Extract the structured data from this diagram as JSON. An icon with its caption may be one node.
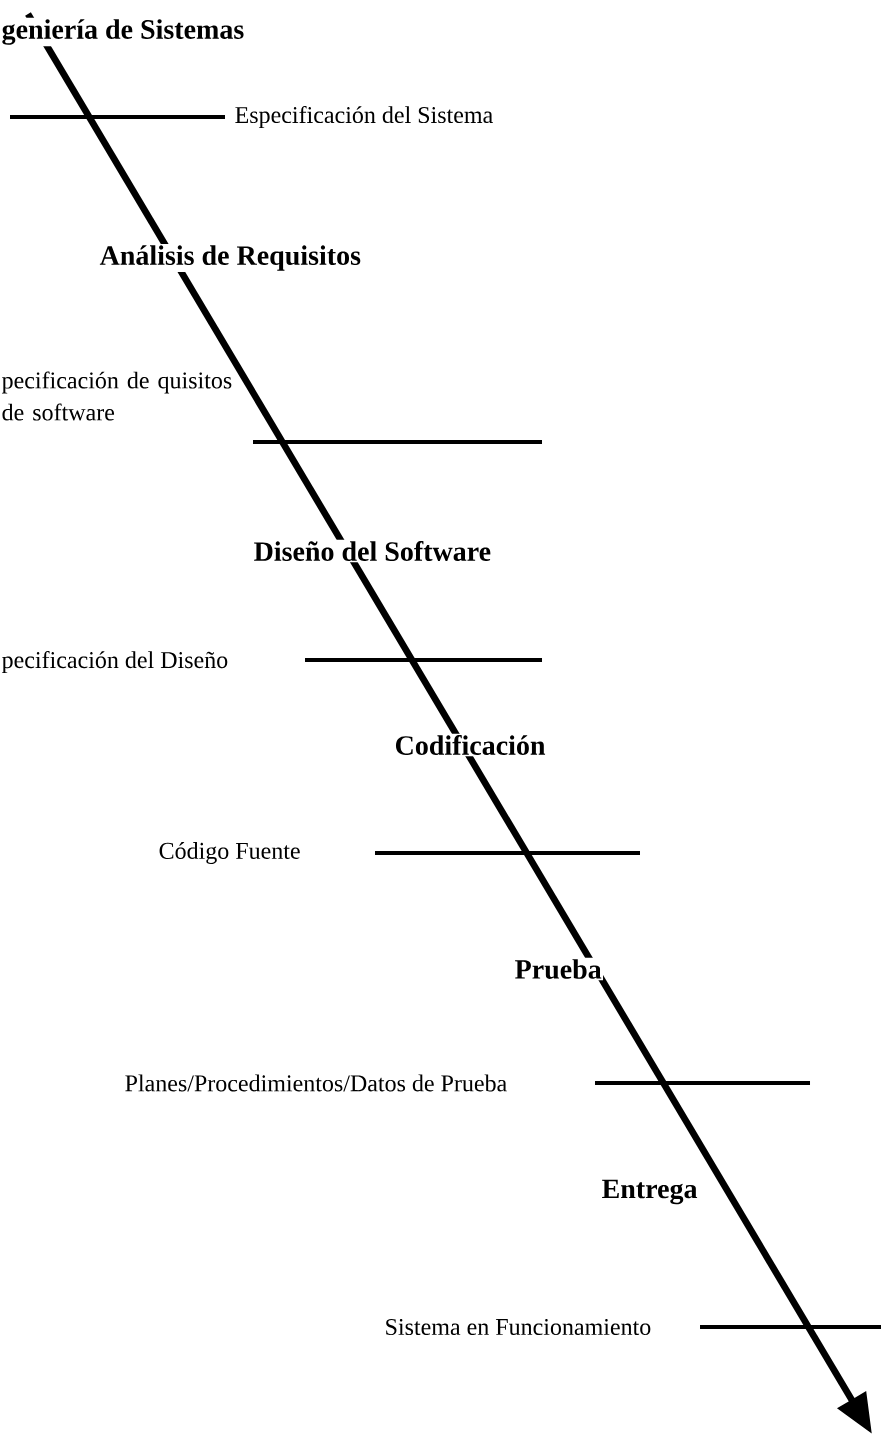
{
  "diagram": {
    "labels": [
      "geniería de Sistemas",
      "Especificación del Sistema",
      "Análisis de Requisitos",
      "pecificación de quisitos de software",
      "Diseño del Software",
      "pecificación del Diseño",
      "Codificación",
      "Código Fuente",
      "Prueba",
      "Planes/Procedimientos/Datos de Prueba",
      "Entrega",
      "Sistema en Funcionamiento"
    ]
  }
}
